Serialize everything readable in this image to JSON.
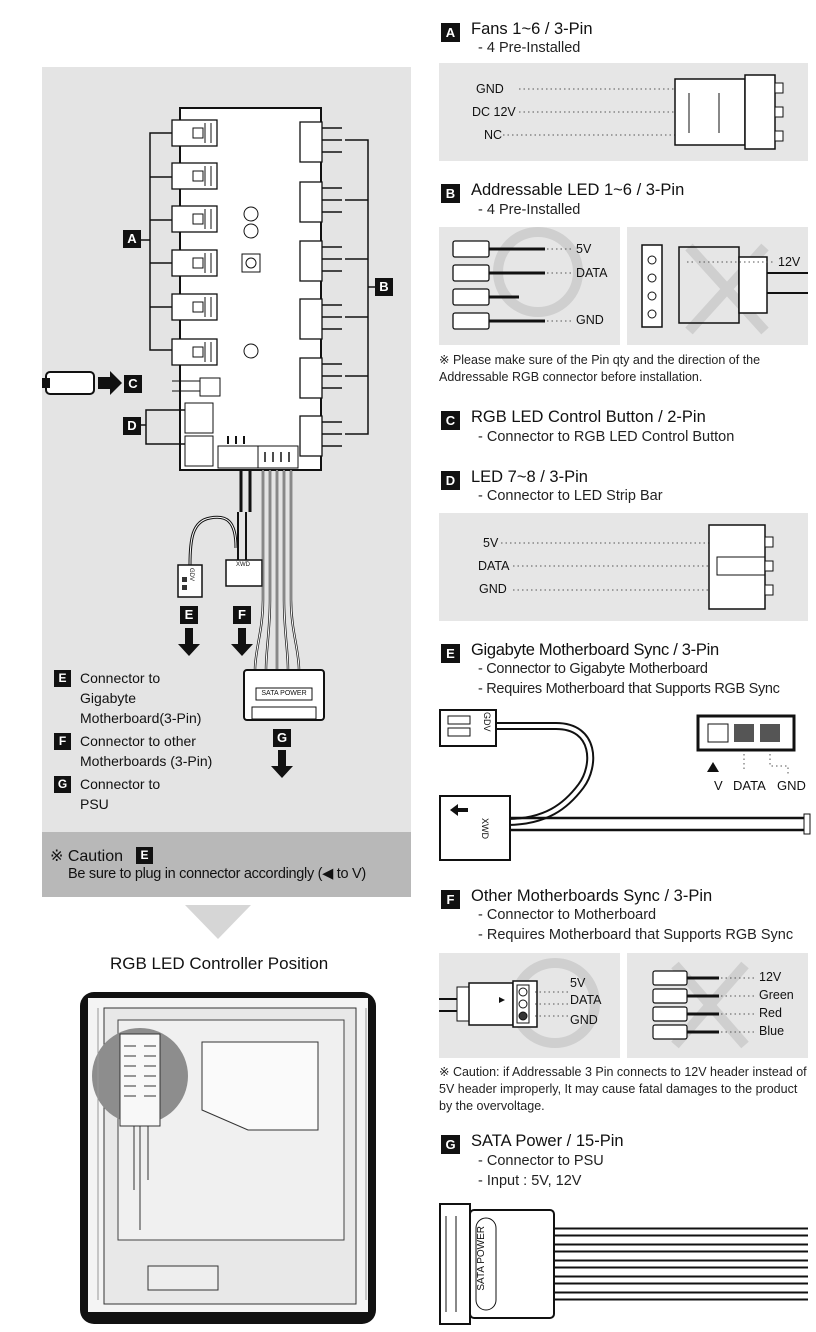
{
  "sections": {
    "A": {
      "badge": "A",
      "title": "Fans 1~6 / 3-Pin",
      "sub1": "- 4 Pre-Installed",
      "pins": [
        "GND",
        "DC 12V",
        "NC"
      ]
    },
    "B": {
      "badge": "B",
      "title": "Addressable LED 1~6 / 3-Pin",
      "sub1": "- 4 Pre-Installed",
      "pins": [
        "5V",
        "DATA",
        "GND"
      ],
      "pin_12v": "12V",
      "note": "※ Please make sure of the Pin qty and the direction of the Addressable RGB connector before installation."
    },
    "C": {
      "badge": "C",
      "title": "RGB LED Control Button / 2-Pin",
      "sub1": "- Connector to RGB LED Control Button"
    },
    "D": {
      "badge": "D",
      "title": "LED 7~8 / 3-Pin",
      "sub1": "- Connector to LED Strip Bar",
      "pins": [
        "5V",
        "DATA",
        "GND"
      ]
    },
    "E": {
      "badge": "E",
      "title": "Gigabyte Motherboard Sync / 3-Pin",
      "sub1": "- Connector to Gigabyte Motherboard",
      "sub2": "- Requires Motherboard that Supports RGB Sync",
      "plug_text": "GDV",
      "cable_text": "XWD",
      "pins": [
        "V",
        "DATA",
        "GND"
      ]
    },
    "F": {
      "badge": "F",
      "title": "Other Motherboards Sync / 3-Pin",
      "sub1": "- Connector to Motherboard",
      "sub2": "- Requires Motherboard that Supports RGB Sync",
      "left_pins": [
        "5V",
        "DATA",
        "GND"
      ],
      "right_pins": [
        "12V",
        "Green",
        "Red",
        "Blue"
      ],
      "note": "※ Caution: if Addressable 3 Pin connects to 12V header instead of 5V header improperly, It may cause fatal damages to the product by the overvoltage."
    },
    "G": {
      "badge": "G",
      "title": "SATA Power / 15-Pin",
      "sub1": "- Connector to PSU",
      "sub2": "- Input : 5V, 12V",
      "plug_text": "SATA POWER"
    }
  },
  "diagram": {
    "labels": {
      "A": "A",
      "B": "B",
      "C": "C",
      "D": "D",
      "E": "E",
      "F": "F",
      "G": "G"
    },
    "sata_text": "SATA POWER",
    "gdv_text": "GDV",
    "xwd_text": "XWD",
    "legend": [
      {
        "badge": "E",
        "text": "Connector to Gigabyte Motherboard(3-Pin)"
      },
      {
        "badge": "F",
        "text": "Connector to other Motherboards (3-Pin)"
      },
      {
        "badge": "G",
        "text": "Connector to PSU"
      }
    ],
    "caution_title": "※ Caution",
    "caution_badge": "E",
    "caution_text": "Be sure to plug in connector accordingly (◀ to V)"
  },
  "position": {
    "title": "RGB LED Controller Position"
  }
}
